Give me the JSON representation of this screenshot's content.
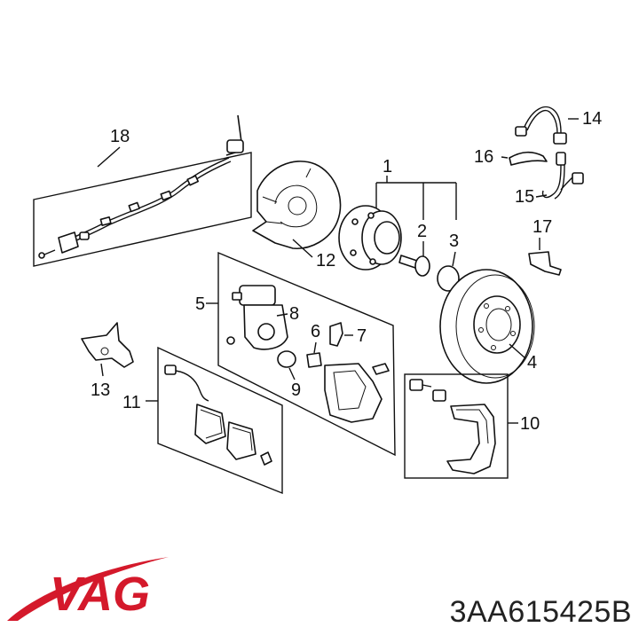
{
  "diagram": {
    "labels": [
      "1",
      "2",
      "3",
      "4",
      "5",
      "6",
      "7",
      "8",
      "9",
      "10",
      "11",
      "12",
      "13",
      "14",
      "15",
      "16",
      "17",
      "18"
    ]
  },
  "brand": {
    "logo_text": "VAG",
    "logo_color": "#d4192b"
  },
  "part_number": "3AA615425B"
}
